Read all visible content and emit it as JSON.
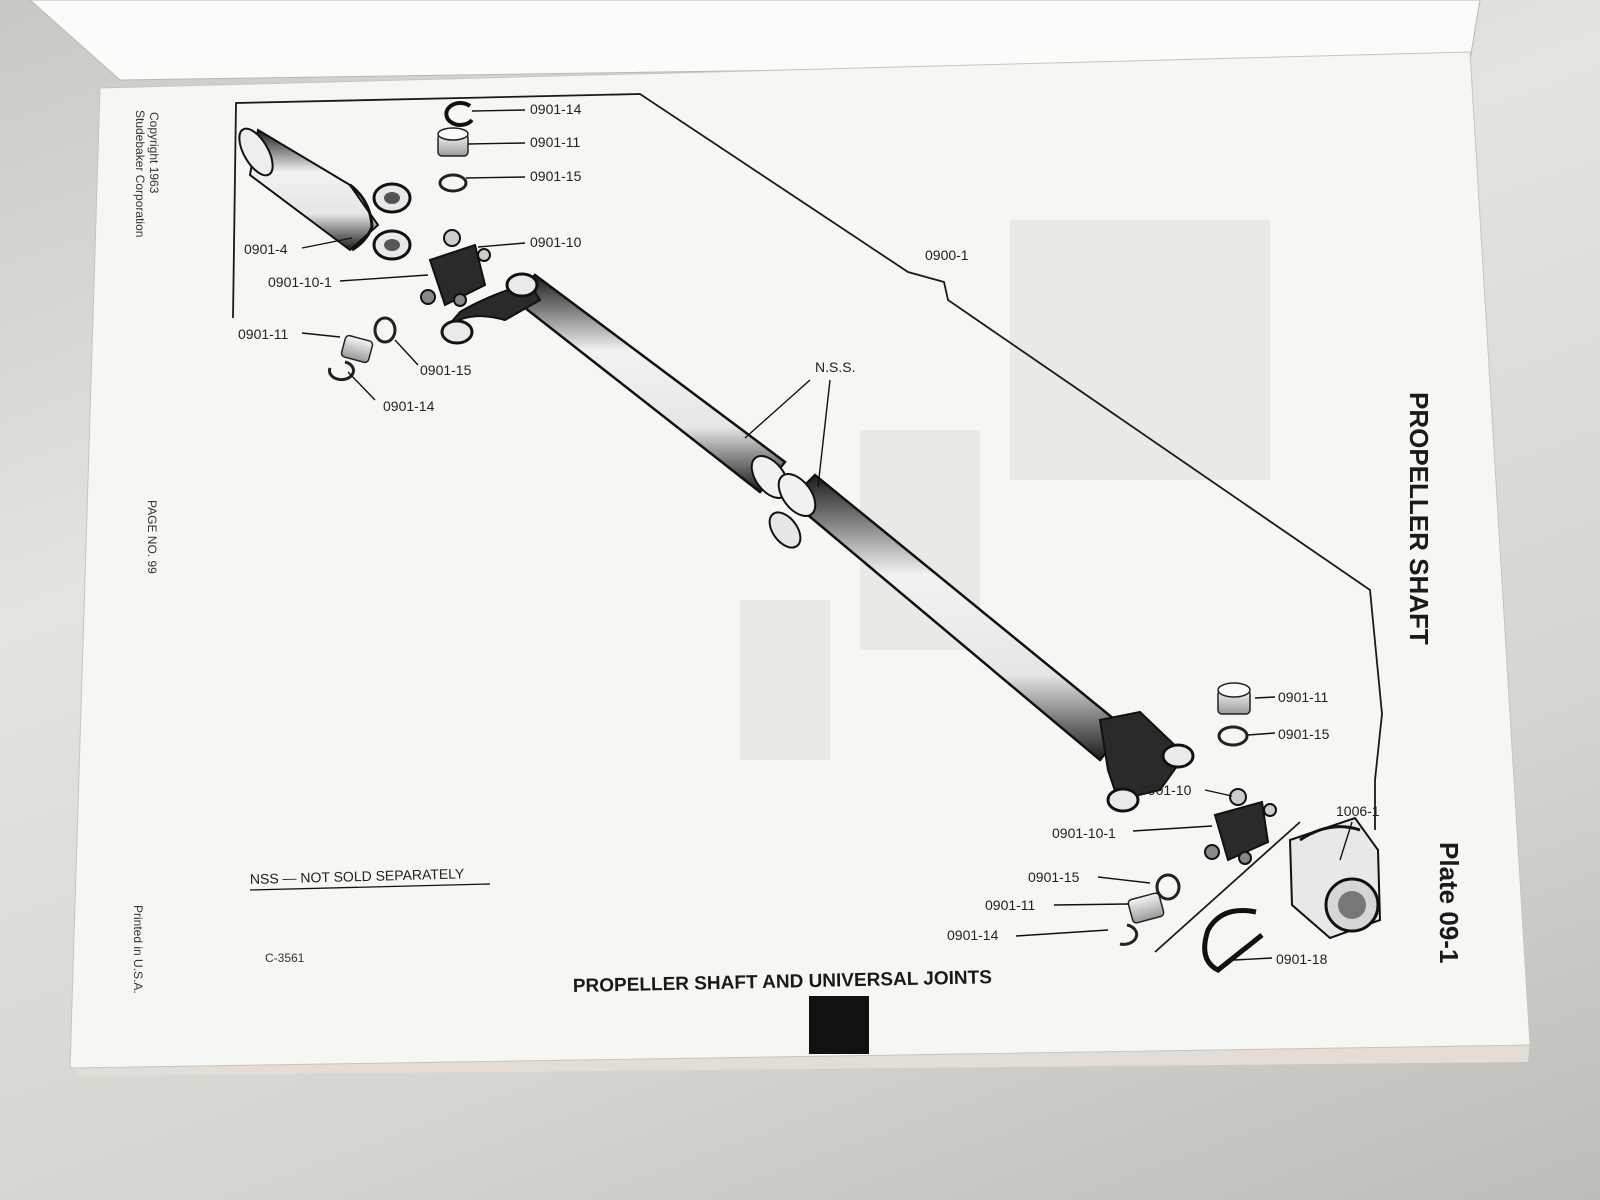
{
  "page": {
    "copyright_line1": "Copyright 1963",
    "copyright_line2": "Studebaker Corporation",
    "page_no": "PAGE NO. 99",
    "printed": "Printed in U.S.A.",
    "plate": "Plate 09-1",
    "side_title": "PROPELLER SHAFT",
    "footer_title": "PROPELLER SHAFT AND UNIVERSAL JOINTS",
    "drawing_no": "C-3561",
    "nss_note": "NSS — NOT SOLD SEPARATELY"
  },
  "callouts": {
    "a_0901_14": "0901-14",
    "a_0901_11": "0901-11",
    "a_0901_15": "0901-15",
    "a_0901_10": "0901-10",
    "a_0901_4": "0901-4",
    "a_0901_10_1": "0901-10-1",
    "a_0900_1": "0900-1",
    "b_0901_11": "0901-11",
    "b_0901_15": "0901-15",
    "b_0901_14": "0901-14",
    "nss": "N.S.S.",
    "c_0901_11": "0901-11",
    "c_0901_15": "0901-15",
    "c_0901_10": "0901-10",
    "c_1006_1": "1006-1",
    "c_0901_10_1": "0901-10-1",
    "d_0901_15": "0901-15",
    "d_0901_11": "0901-11",
    "d_0901_14": "0901-14",
    "c_0901_18": "0901-18"
  },
  "colors": {
    "paper": "#f4f4f1",
    "ink": "#1a1a1a",
    "shadow": "#2b2b2b"
  }
}
